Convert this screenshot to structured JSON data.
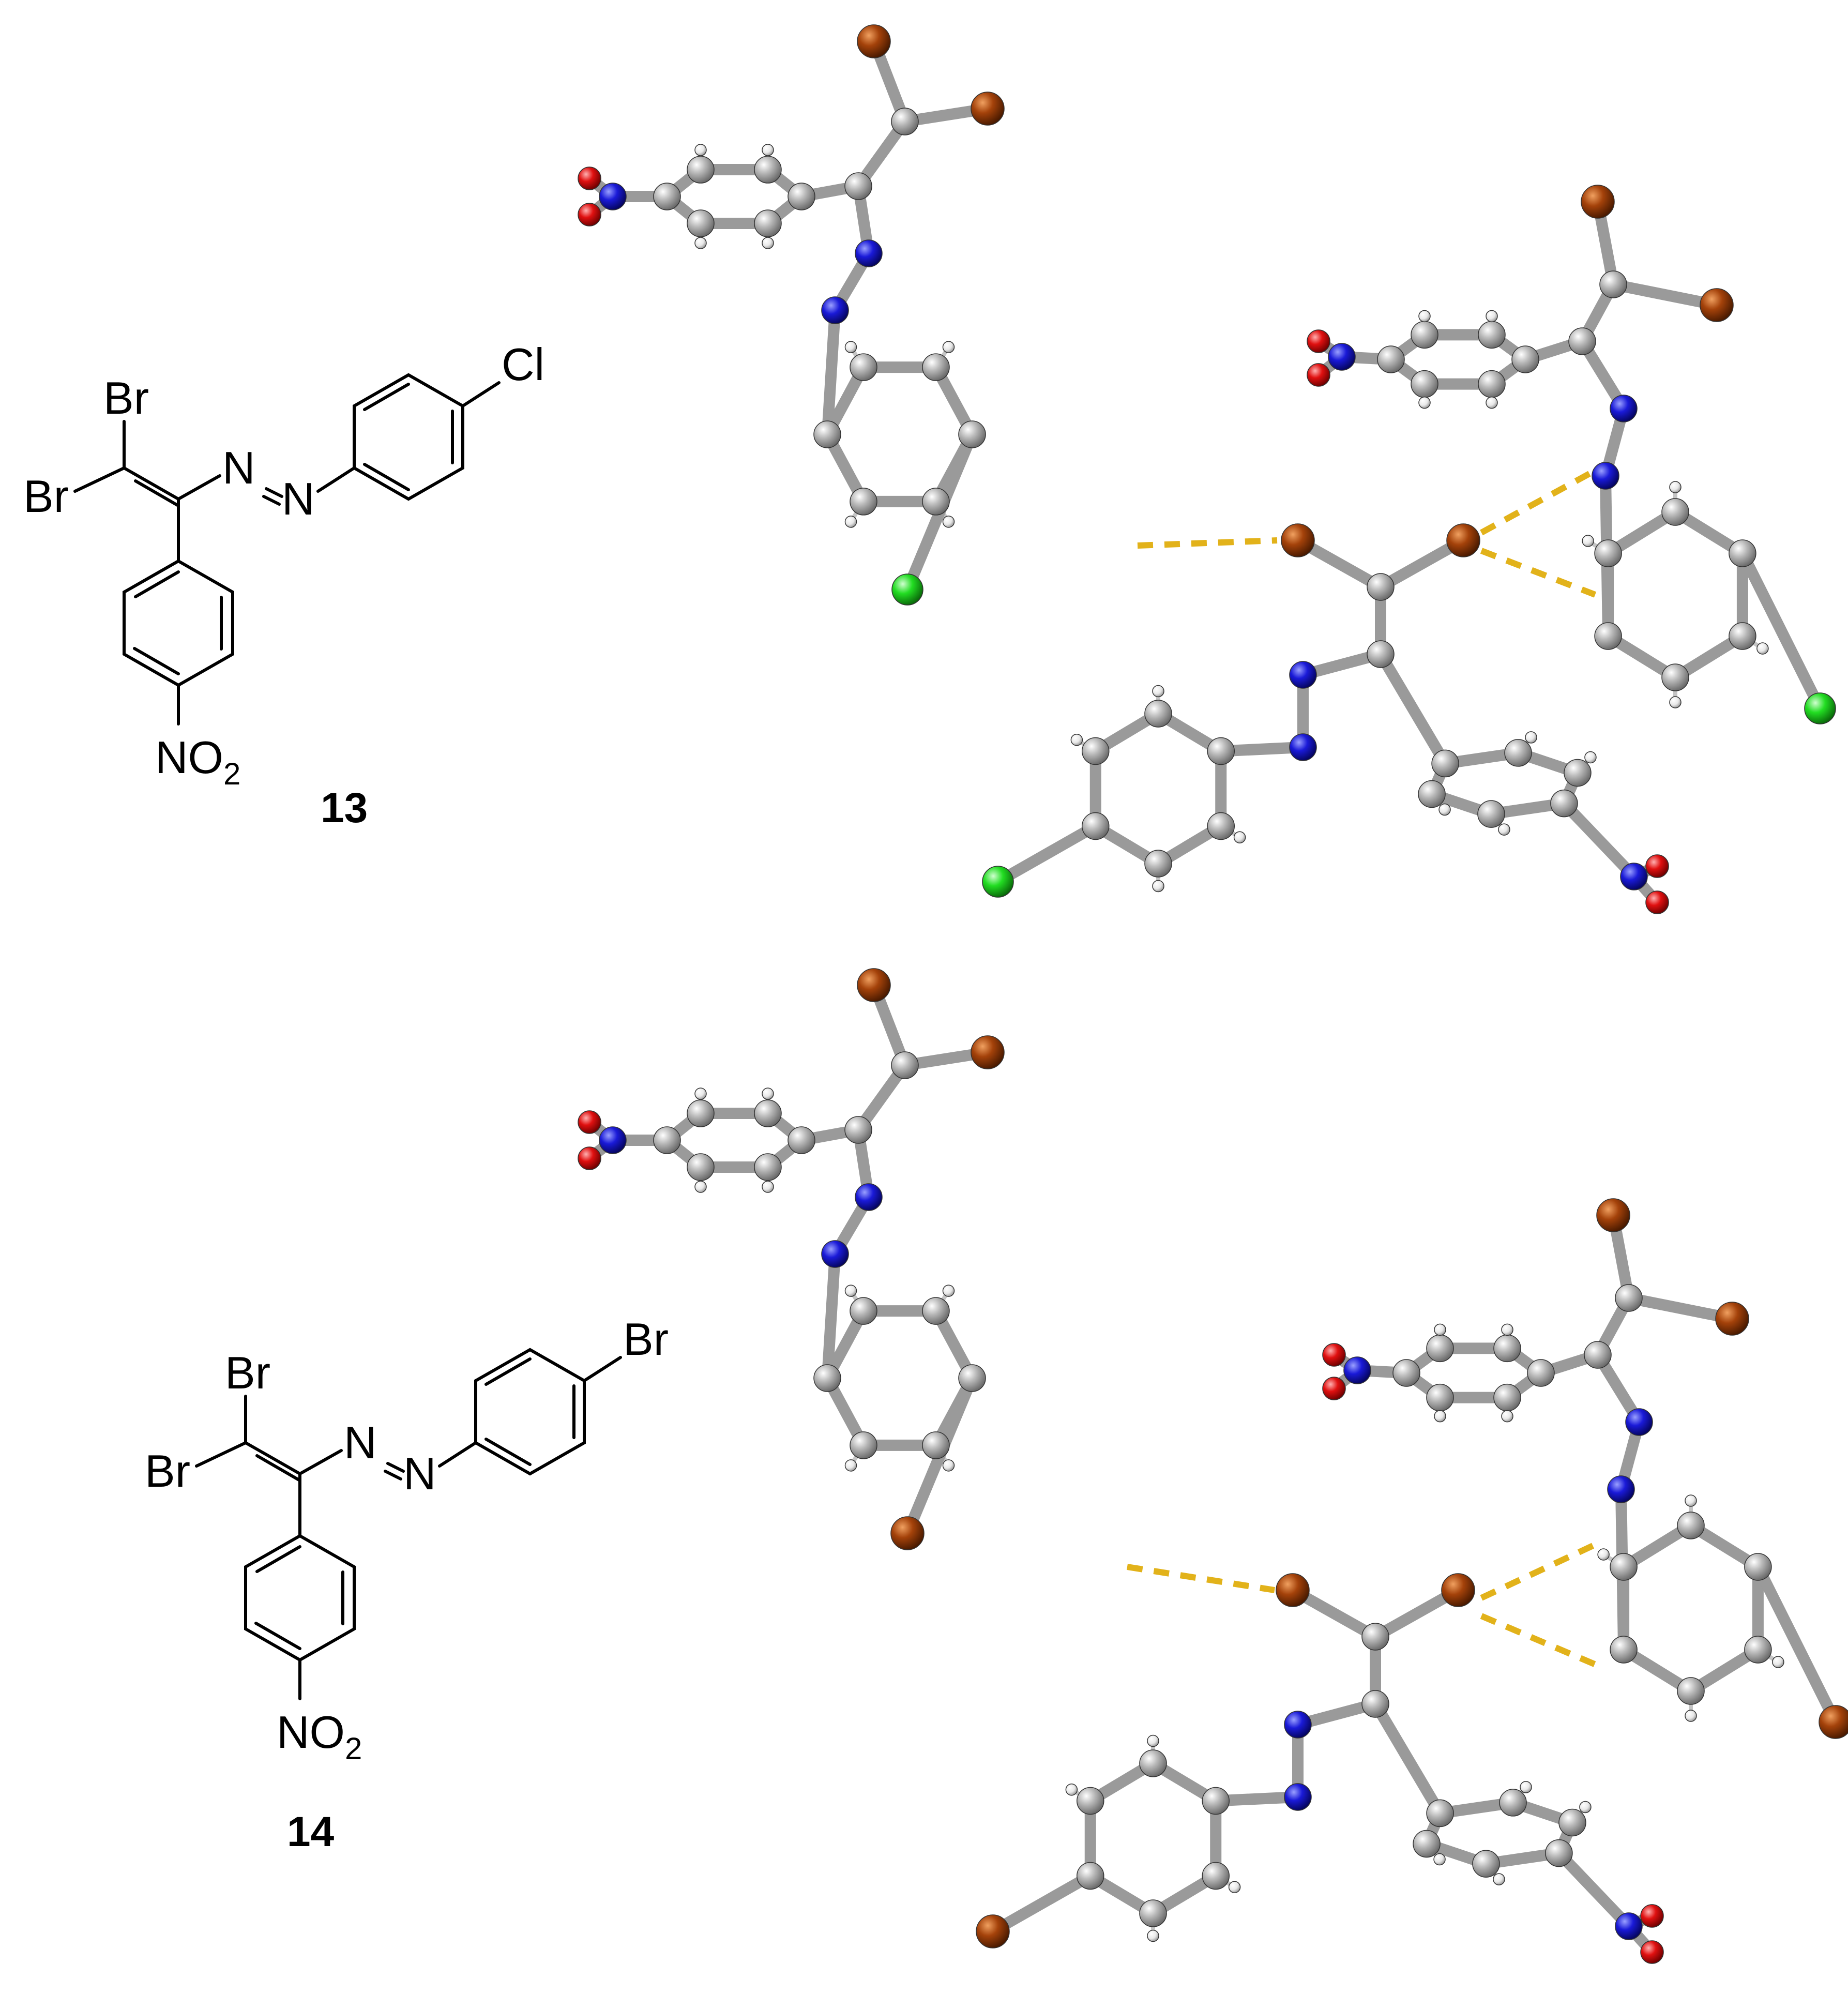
{
  "compound_13": {
    "number": "13",
    "atom_labels": {
      "br_top": "Br",
      "br_left": "Br",
      "n1": "N",
      "n2": "N",
      "para": "Cl",
      "nitro": "NO",
      "nitro_sub": "2"
    }
  },
  "compound_14": {
    "number": "14",
    "atom_labels": {
      "br_top": "Br",
      "br_left": "Br",
      "n1": "N",
      "n2": "N",
      "para": "Br",
      "nitro": "NO",
      "nitro_sub": "2"
    }
  },
  "colors": {
    "carbon": "#a8a8a8",
    "hydrogen": "#ffffff",
    "nitrogen": "#1a1ad8",
    "oxygen": "#e01010",
    "bromine": "#a4420a",
    "chlorine": "#22dd22",
    "halogen_bond": "#e2b21a"
  }
}
